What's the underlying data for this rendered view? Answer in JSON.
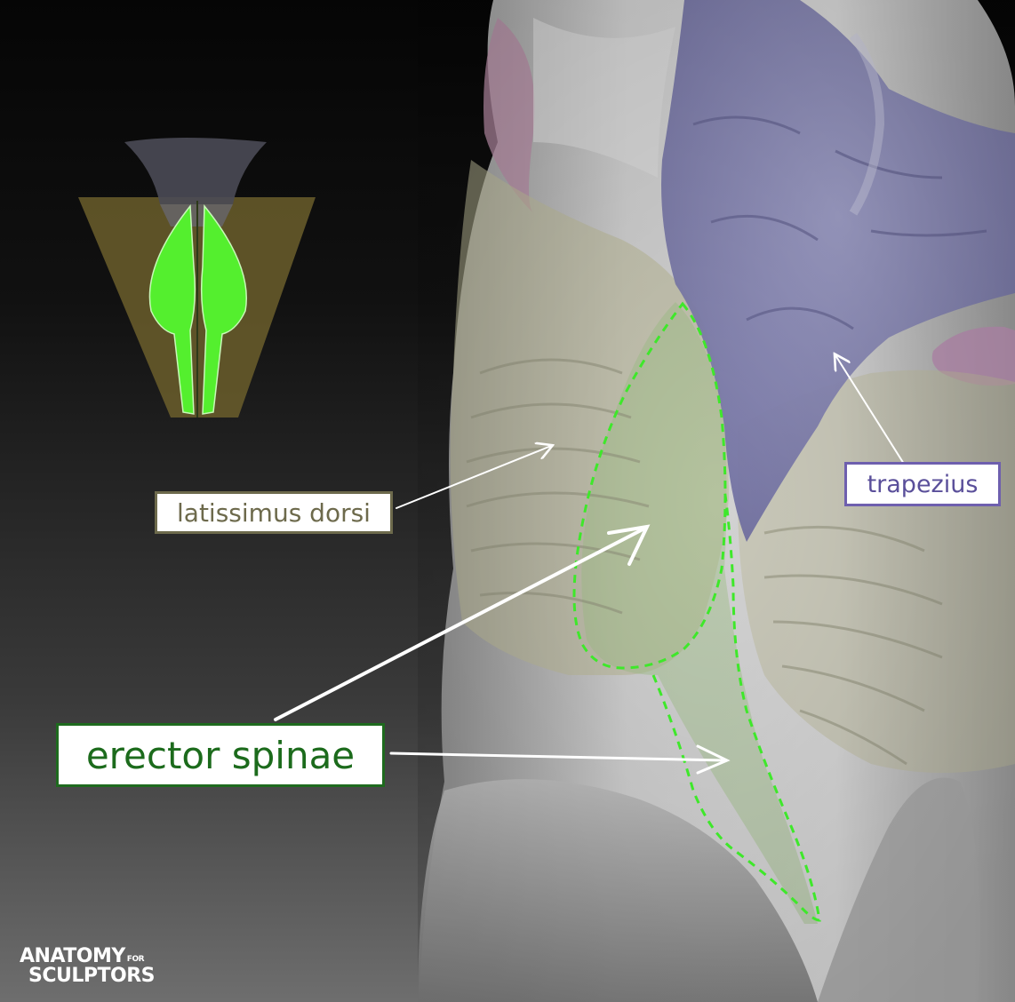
{
  "labels": {
    "latissimus": "latissimus dorsi",
    "trapezius": "trapezius",
    "erector": "erector spinae"
  },
  "logo": {
    "line1": "ANATOMY",
    "line1_small": "FOR",
    "line2": "SCULPTORS"
  },
  "colors": {
    "erector_highlight": "#4df23a",
    "trapezius": "#7a79a8",
    "latissimus": "#6d6a4c",
    "erector_border": "#1e6a1e"
  }
}
